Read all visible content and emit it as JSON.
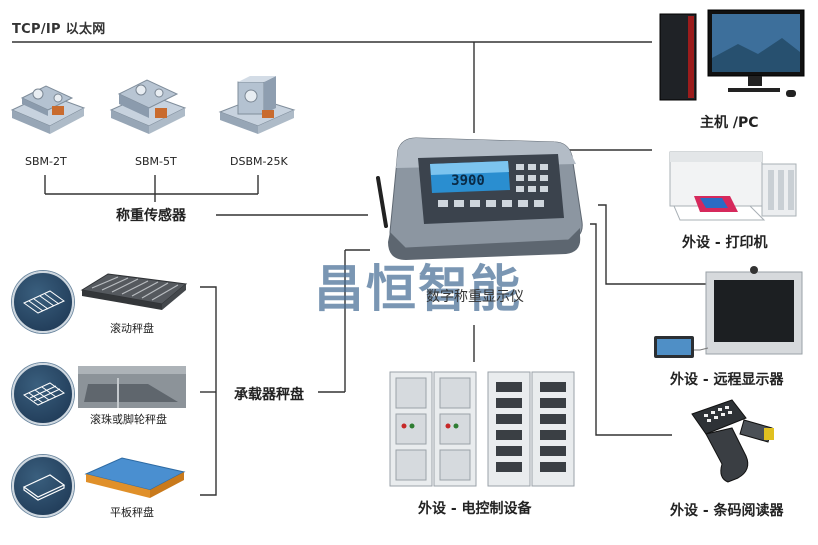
{
  "network": {
    "label": "TCP/IP 以太网"
  },
  "center": {
    "screen_value": "3900",
    "caption": "数字称重显示仪",
    "watermark": "昌恒智能"
  },
  "sensors": {
    "group_label": "称重传感器",
    "items": [
      {
        "label": "SBM-2T"
      },
      {
        "label": "SBM-5T"
      },
      {
        "label": "DSBM-25K"
      }
    ]
  },
  "platforms": {
    "group_label": "承载器秤盘",
    "items": [
      {
        "label": "滚动秤盘"
      },
      {
        "label": "滚珠或脚轮秤盘"
      },
      {
        "label": "平板秤盘"
      }
    ]
  },
  "control": {
    "label": "外设 - 电控制设备"
  },
  "peripherals": {
    "host": {
      "label": "主机 /PC"
    },
    "printer": {
      "label": "外设 - 打印机"
    },
    "remote_display": {
      "label": "外设 - 远程显示器"
    },
    "barcode": {
      "label": "外设 - 条码阅读器"
    }
  }
}
